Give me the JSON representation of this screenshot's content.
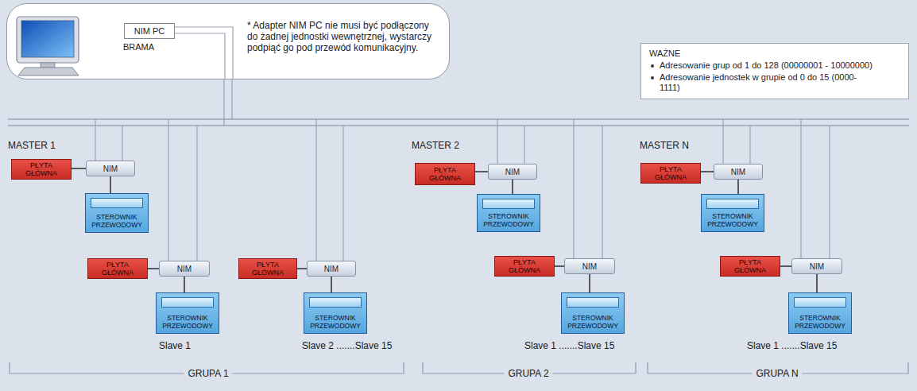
{
  "diagram": {
    "nodes": [
      {
        "text": [
          "* Adapter NIM PC nie musi być podłączony do żadnej jednostki wewnętrznej, wystarczy podpiąć go pod przewód komunikacyjny."
        ]
      },
      {
        "text": [
          "NIM PC"
        ],
        "in": 0
      },
      {
        "text": [
          "WAŻNE",
          "Adresowanie grup od 1 do 128 (00000001 - 10000000)",
          "Adresowanie jednostek w grupie od 0 do 15 (0000-1111)"
        ]
      },
      {
        "text": [
          "PŁYTA GŁÓWNA"
        ]
      },
      {
        "text": [
          "NIM"
        ]
      },
      {
        "text": [
          "STEROWNIK PRZEWODOWY"
        ]
      },
      {
        "text": [
          "PŁYTA GŁÓWNA"
        ]
      },
      {
        "text": [
          "NIM"
        ]
      },
      {
        "text": [
          "STEROWNIK PRZEWODOWY"
        ]
      },
      {
        "text": [
          "PŁYTA GŁÓWNA"
        ]
      },
      {
        "text": [
          "NIM"
        ]
      },
      {
        "text": [
          "STEROWNIK PRZEWODOWY"
        ]
      },
      {
        "text": [
          "PŁYTA GŁÓWNA"
        ]
      },
      {
        "text": [
          "NIM"
        ]
      },
      {
        "text": [
          "STEROWNIK PRZEWODOWY"
        ]
      },
      {
        "text": [
          "PŁYTA GŁÓWNA"
        ]
      },
      {
        "text": [
          "NIM"
        ]
      },
      {
        "text": [
          "STEROWNIK PRZEWODOWY"
        ]
      },
      {
        "text": [
          "PŁYTA GŁÓWNA"
        ]
      },
      {
        "text": [
          "NIM"
        ]
      },
      {
        "text": [
          "STEROWNIK PRZEWODOWY"
        ]
      },
      {
        "text": [
          "PŁYTA GŁÓWNA"
        ]
      },
      {
        "text": [
          "NIM"
        ]
      },
      {
        "text": [
          "STEROWNIK PRZEWODOWY"
        ]
      }
    ],
    "edges": [
      {
        "from": 3,
        "to": 4,
        "arrow": "none"
      },
      {
        "from": 4,
        "to": 5,
        "arrow": "none"
      },
      {
        "from": 6,
        "to": 7,
        "arrow": "none"
      },
      {
        "from": 7,
        "to": 8,
        "arrow": "none"
      },
      {
        "from": 9,
        "to": 10,
        "arrow": "none"
      },
      {
        "from": 10,
        "to": 11,
        "arrow": "none"
      },
      {
        "from": 12,
        "to": 13,
        "arrow": "none"
      },
      {
        "from": 13,
        "to": 14,
        "arrow": "none"
      },
      {
        "from": 15,
        "to": 16,
        "arrow": "none"
      },
      {
        "from": 16,
        "to": 17,
        "arrow": "none"
      },
      {
        "from": 18,
        "to": 19,
        "arrow": "none"
      },
      {
        "from": 19,
        "to": 20,
        "arrow": "none"
      },
      {
        "from": 21,
        "to": 22,
        "arrow": "none"
      },
      {
        "from": 22,
        "to": 23,
        "arrow": "none"
      }
    ],
    "labels": [
      "BRAMA",
      "MASTER 1",
      "Slave 1",
      "Slave 2 .......Slave 15",
      "MASTER 2",
      "Slave 1 .......Slave 15",
      "MASTER N",
      "Slave 1 .......Slave 15",
      "GRUPA 1",
      "GRUPA 2",
      "GRUPA N"
    ]
  }
}
